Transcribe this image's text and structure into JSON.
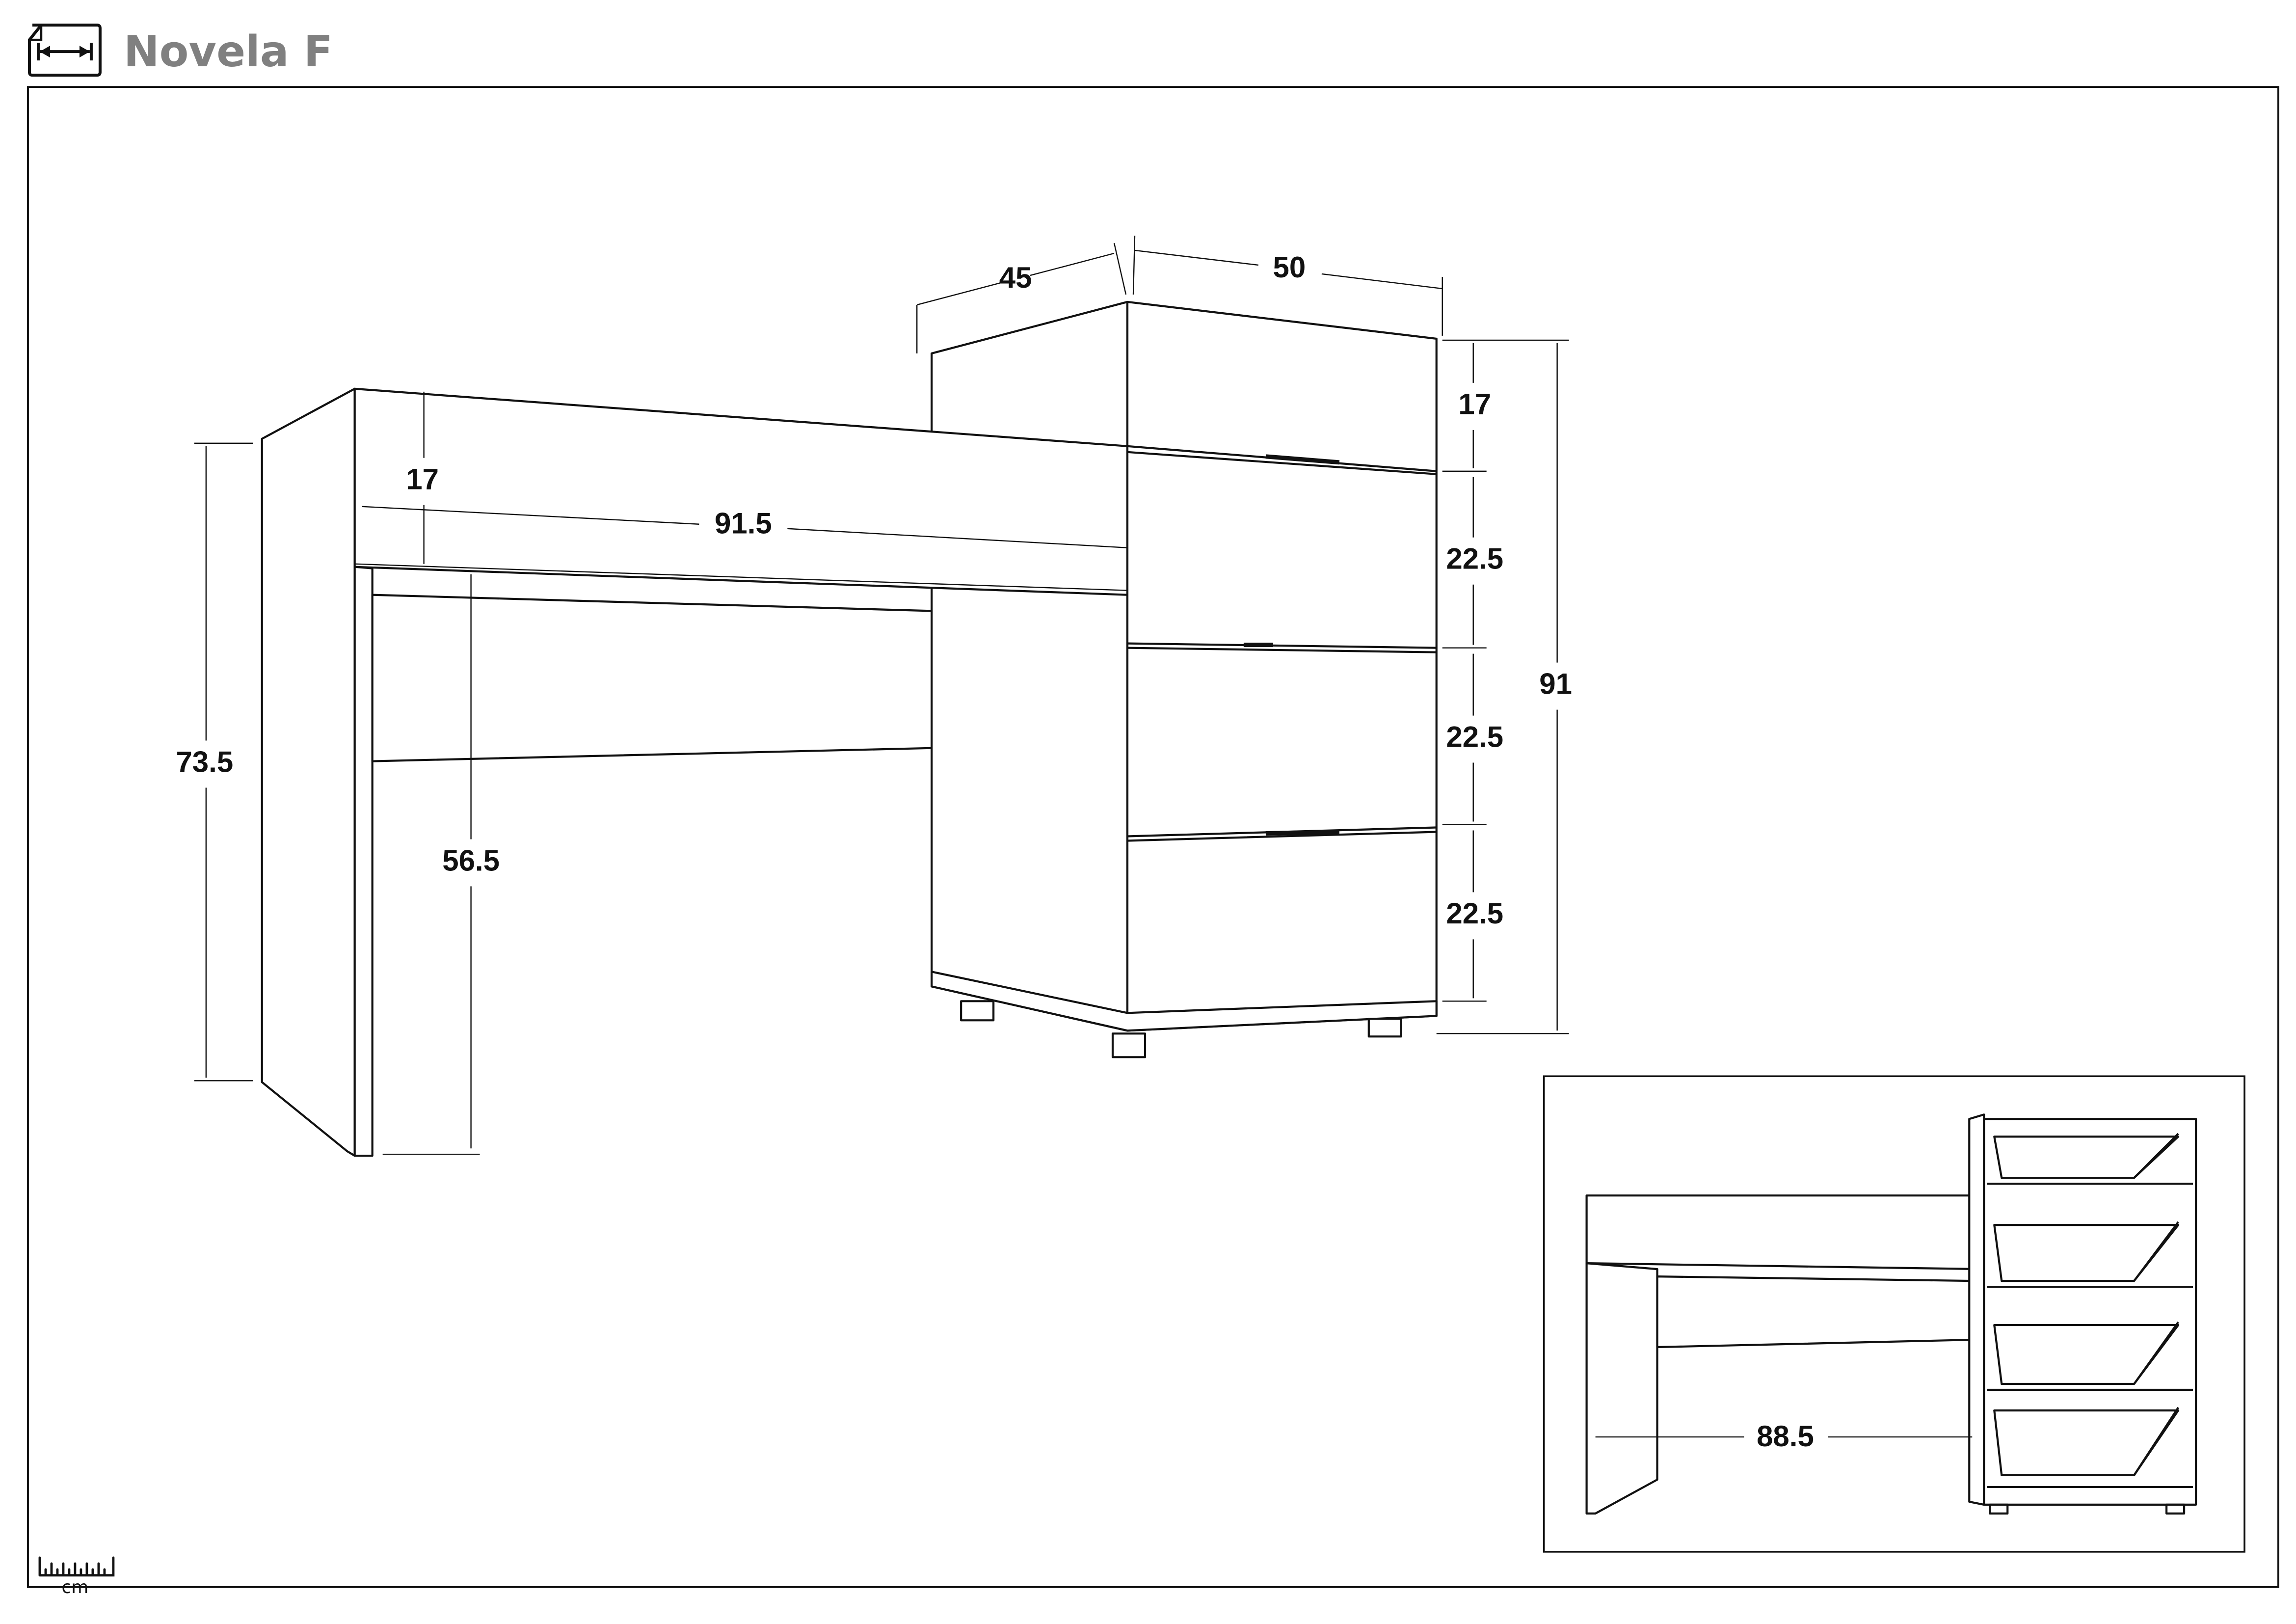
{
  "header": {
    "title": "Novela F",
    "icon": "dimension-sheet-icon"
  },
  "dimensions": {
    "depth": "45",
    "cabinet_width": "50",
    "top_drawer_height": "17",
    "drawer_2_height": "22.5",
    "drawer_3_height": "22.5",
    "drawer_4_height": "22.5",
    "cabinet_height": "91",
    "desk_height": "73.5",
    "legroom_height": "56.5",
    "desk_drawer_height": "17",
    "desk_width": "91.5",
    "inset_legroom_width": "88.5"
  },
  "scale": {
    "unit": "cm",
    "icon": "ruler-icon"
  }
}
